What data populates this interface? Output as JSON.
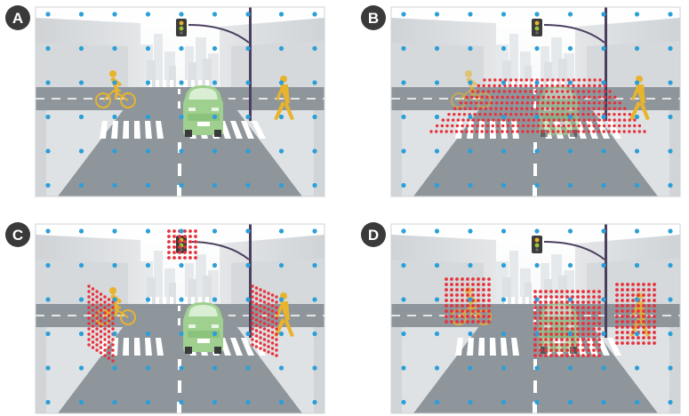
{
  "figure": {
    "panels": [
      {
        "label": "A",
        "highlight": "none"
      },
      {
        "label": "B",
        "highlight": "ground-plane"
      },
      {
        "label": "C",
        "highlight": "traffic-light-and-vertical-planes"
      },
      {
        "label": "D",
        "highlight": "object-boxes"
      }
    ],
    "colors": {
      "sample_dot": "#2a9fd8",
      "highlight_dot": "#e8303a",
      "road": "#8e969c",
      "sky": "#ffffff",
      "building": "#d9dcde",
      "sidewalk": "#e3e5e7",
      "car": "#9fd08f",
      "figure": "#e8b32d",
      "label_badge": "#3a3a3a",
      "pole": "#4b3f5e"
    }
  }
}
